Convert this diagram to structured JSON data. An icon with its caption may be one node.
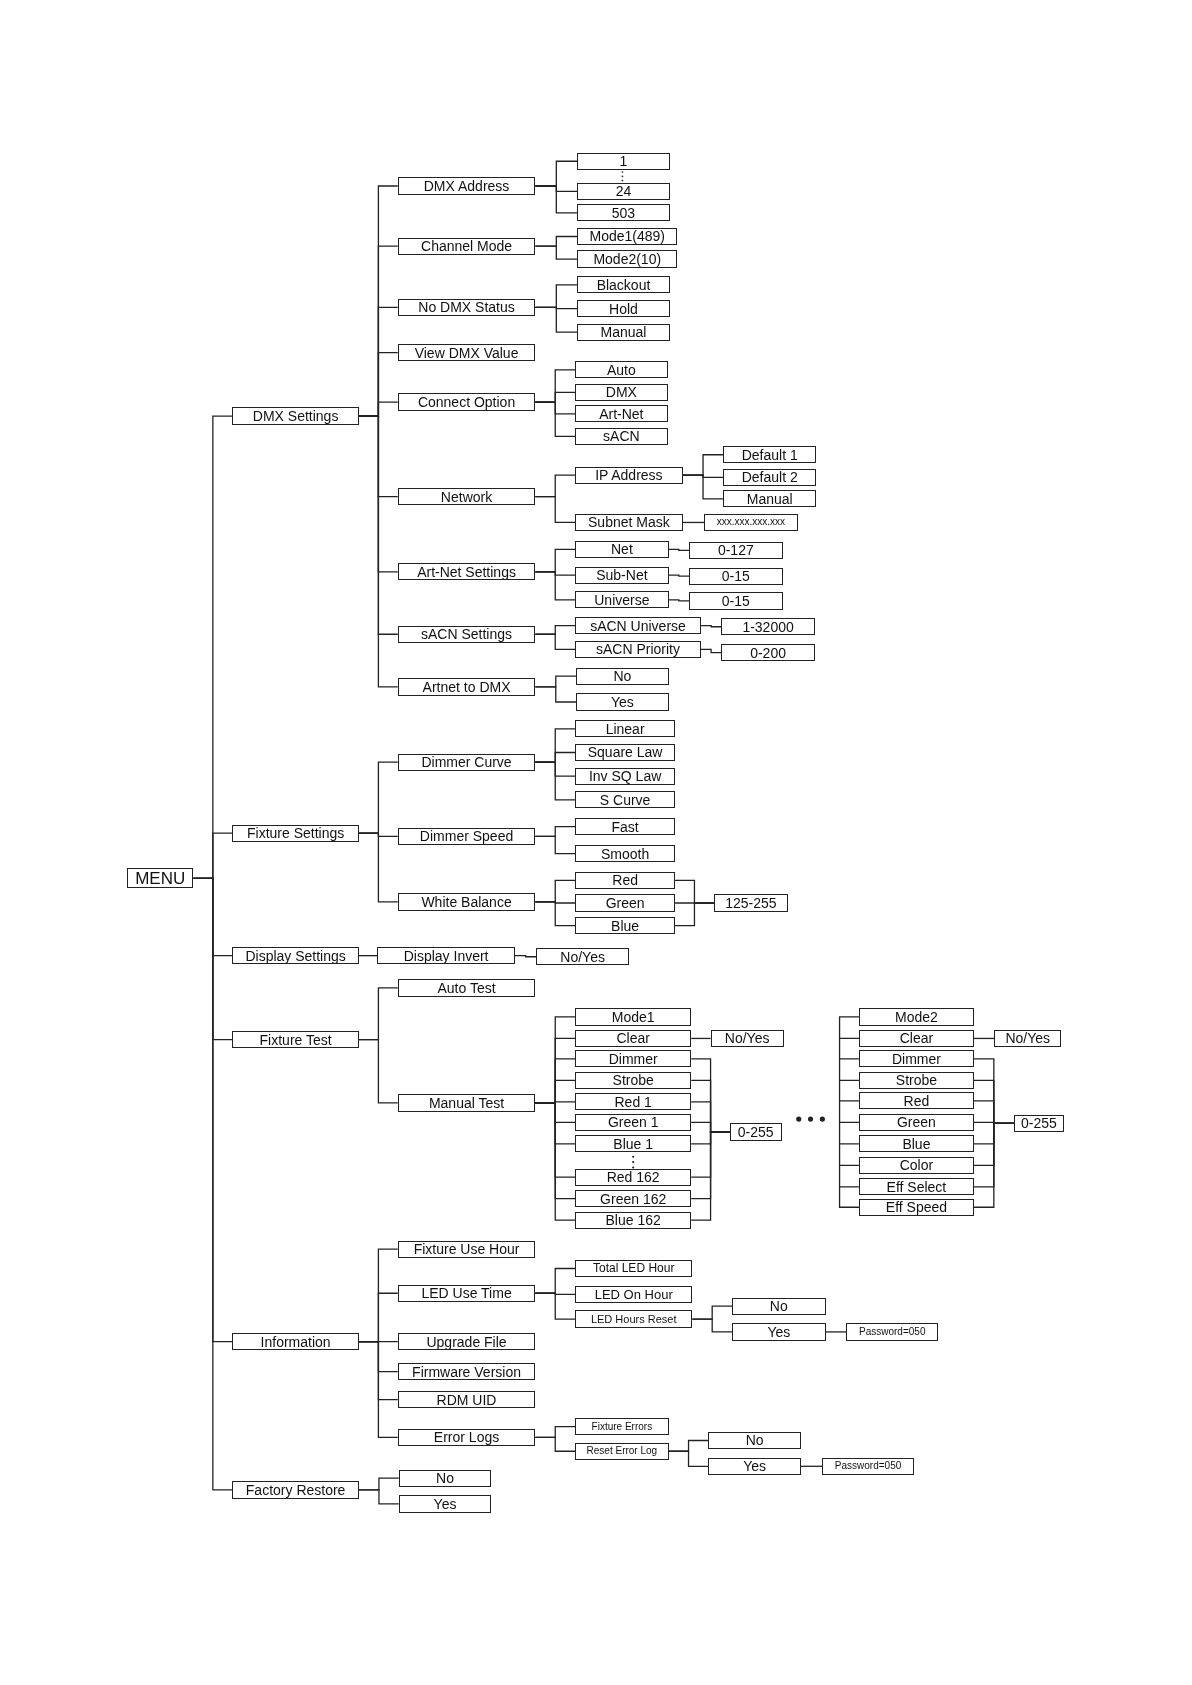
{
  "diagram": {
    "nodes": [
      {
        "text": [
          "MENU"
        ]
      },
      {
        "text": [
          "DMX Settings"
        ]
      },
      {
        "text": [
          "DMX Address"
        ]
      },
      {
        "text": [
          "1"
        ]
      },
      {
        "text": [
          "24"
        ]
      },
      {
        "text": [
          "503"
        ]
      },
      {
        "text": [
          "Channel Mode"
        ]
      },
      {
        "text": [
          "Mode1(489)"
        ]
      },
      {
        "text": [
          "Mode2(10)"
        ]
      },
      {
        "text": [
          "No DMX Status"
        ]
      },
      {
        "text": [
          "Blackout"
        ]
      },
      {
        "text": [
          "Hold"
        ]
      },
      {
        "text": [
          "Manual"
        ]
      },
      {
        "text": [
          "View DMX Value"
        ]
      },
      {
        "text": [
          "Connect Option"
        ]
      },
      {
        "text": [
          "Auto"
        ]
      },
      {
        "text": [
          "DMX"
        ]
      },
      {
        "text": [
          "Art-Net"
        ]
      },
      {
        "text": [
          "sACN"
        ]
      },
      {
        "text": [
          "Network"
        ]
      },
      {
        "text": [
          "IP Address"
        ]
      },
      {
        "text": [
          "Default 1"
        ]
      },
      {
        "text": [
          "Default 2"
        ]
      },
      {
        "text": [
          "Manual"
        ]
      },
      {
        "text": [
          "Subnet Mask"
        ]
      },
      {
        "text": [
          "xxx.xxx.xxx.xxx"
        ]
      },
      {
        "text": [
          "Art-Net Settings"
        ]
      },
      {
        "text": [
          "Net"
        ]
      },
      {
        "text": [
          "0-127"
        ]
      },
      {
        "text": [
          "Sub-Net"
        ]
      },
      {
        "text": [
          "0-15"
        ]
      },
      {
        "text": [
          "Universe"
        ]
      },
      {
        "text": [
          "0-15"
        ]
      },
      {
        "text": [
          "sACN Settings"
        ]
      },
      {
        "text": [
          "sACN Universe"
        ]
      },
      {
        "text": [
          "1-32000"
        ]
      },
      {
        "text": [
          "sACN Priority"
        ]
      },
      {
        "text": [
          "0-200"
        ]
      },
      {
        "text": [
          "Artnet to DMX"
        ]
      },
      {
        "text": [
          "No"
        ]
      },
      {
        "text": [
          "Yes"
        ]
      },
      {
        "text": [
          "Fixture Settings"
        ]
      },
      {
        "text": [
          "Dimmer Curve"
        ]
      },
      {
        "text": [
          "Linear"
        ]
      },
      {
        "text": [
          "Square Law"
        ]
      },
      {
        "text": [
          "Inv SQ Law"
        ]
      },
      {
        "text": [
          "S Curve"
        ]
      },
      {
        "text": [
          "Dimmer Speed"
        ]
      },
      {
        "text": [
          "Fast"
        ]
      },
      {
        "text": [
          "Smooth"
        ]
      },
      {
        "text": [
          "White Balance"
        ]
      },
      {
        "text": [
          "Red"
        ]
      },
      {
        "text": [
          "Green"
        ]
      },
      {
        "text": [
          "Blue"
        ]
      },
      {
        "text": [
          "125-255"
        ]
      },
      {
        "text": [
          "Display Settings"
        ]
      },
      {
        "text": [
          "Display Invert"
        ]
      },
      {
        "text": [
          "No/Yes"
        ]
      },
      {
        "text": [
          "Fixture Test"
        ]
      },
      {
        "text": [
          "Auto Test"
        ]
      },
      {
        "text": [
          "Manual Test"
        ]
      },
      {
        "text": [
          "Mode1"
        ]
      },
      {
        "text": [
          "Clear"
        ]
      },
      {
        "text": [
          "No/Yes"
        ]
      },
      {
        "text": [
          "Dimmer"
        ]
      },
      {
        "text": [
          "Strobe"
        ]
      },
      {
        "text": [
          "Red 1"
        ]
      },
      {
        "text": [
          "Green 1"
        ]
      },
      {
        "text": [
          "Blue 1"
        ]
      },
      {
        "text": [
          "Red 162"
        ]
      },
      {
        "text": [
          "Green 162"
        ]
      },
      {
        "text": [
          "Blue 162"
        ]
      },
      {
        "text": [
          "0-255"
        ]
      },
      {
        "text": [
          "Mode2"
        ]
      },
      {
        "text": [
          "Clear"
        ]
      },
      {
        "text": [
          "No/Yes"
        ]
      },
      {
        "text": [
          "Dimmer"
        ]
      },
      {
        "text": [
          "Strobe"
        ]
      },
      {
        "text": [
          "Red"
        ]
      },
      {
        "text": [
          "Green"
        ]
      },
      {
        "text": [
          "Blue"
        ]
      },
      {
        "text": [
          "Color"
        ]
      },
      {
        "text": [
          "Eff Select"
        ]
      },
      {
        "text": [
          "Eff Speed"
        ]
      },
      {
        "text": [
          "0-255"
        ]
      },
      {
        "text": [
          "Information"
        ]
      },
      {
        "text": [
          "Fixture Use Hour"
        ]
      },
      {
        "text": [
          "LED Use Time"
        ]
      },
      {
        "text": [
          "Total LED Hour"
        ]
      },
      {
        "text": [
          "LED On Hour"
        ]
      },
      {
        "text": [
          "LED Hours Reset"
        ]
      },
      {
        "text": [
          "No"
        ]
      },
      {
        "text": [
          "Yes"
        ]
      },
      {
        "text": [
          "Password=050"
        ]
      },
      {
        "text": [
          "Upgrade File"
        ]
      },
      {
        "text": [
          "Firmware Version"
        ]
      },
      {
        "text": [
          "RDM UID"
        ]
      },
      {
        "text": [
          "Error Logs"
        ]
      },
      {
        "text": [
          "Fixture Errors"
        ]
      },
      {
        "text": [
          "Reset Error Log"
        ]
      },
      {
        "text": [
          "No"
        ]
      },
      {
        "text": [
          "Yes"
        ]
      },
      {
        "text": [
          "Password=050"
        ]
      },
      {
        "text": [
          "Factory Restore"
        ]
      },
      {
        "text": [
          "No"
        ]
      },
      {
        "text": [
          "Yes"
        ]
      }
    ],
    "edges": [
      {
        "from": 0,
        "to": 1,
        "arrow": "none"
      },
      {
        "from": 0,
        "to": 41,
        "arrow": "none"
      },
      {
        "from": 0,
        "to": 55,
        "arrow": "none"
      },
      {
        "from": 0,
        "to": 58,
        "arrow": "none"
      },
      {
        "from": 0,
        "to": 85,
        "arrow": "none"
      },
      {
        "from": 0,
        "to": 103,
        "arrow": "none"
      },
      {
        "from": 1,
        "to": 2,
        "arrow": "none"
      },
      {
        "from": 1,
        "to": 6,
        "arrow": "none"
      },
      {
        "from": 1,
        "to": 9,
        "arrow": "none"
      },
      {
        "from": 1,
        "to": 13,
        "arrow": "none"
      },
      {
        "from": 1,
        "to": 14,
        "arrow": "none"
      },
      {
        "from": 1,
        "to": 19,
        "arrow": "none"
      },
      {
        "from": 1,
        "to": 26,
        "arrow": "none"
      },
      {
        "from": 1,
        "to": 33,
        "arrow": "none"
      },
      {
        "from": 1,
        "to": 38,
        "arrow": "none"
      },
      {
        "from": 2,
        "to": 3,
        "arrow": "none"
      },
      {
        "from": 2,
        "to": 4,
        "arrow": "none"
      },
      {
        "from": 2,
        "to": 5,
        "arrow": "none"
      },
      {
        "from": 6,
        "to": 7,
        "arrow": "none"
      },
      {
        "from": 6,
        "to": 8,
        "arrow": "none"
      },
      {
        "from": 9,
        "to": 10,
        "arrow": "none"
      },
      {
        "from": 9,
        "to": 11,
        "arrow": "none"
      },
      {
        "from": 9,
        "to": 12,
        "arrow": "none"
      },
      {
        "from": 14,
        "to": 15,
        "arrow": "none"
      },
      {
        "from": 14,
        "to": 16,
        "arrow": "none"
      },
      {
        "from": 14,
        "to": 17,
        "arrow": "none"
      },
      {
        "from": 14,
        "to": 18,
        "arrow": "none"
      },
      {
        "from": 19,
        "to": 20,
        "arrow": "none"
      },
      {
        "from": 19,
        "to": 24,
        "arrow": "none"
      },
      {
        "from": 20,
        "to": 21,
        "arrow": "none"
      },
      {
        "from": 20,
        "to": 22,
        "arrow": "none"
      },
      {
        "from": 20,
        "to": 23,
        "arrow": "none"
      },
      {
        "from": 24,
        "to": 25,
        "arrow": "none"
      },
      {
        "from": 26,
        "to": 27,
        "arrow": "none"
      },
      {
        "from": 26,
        "to": 29,
        "arrow": "none"
      },
      {
        "from": 26,
        "to": 31,
        "arrow": "none"
      },
      {
        "from": 27,
        "to": 28,
        "arrow": "none"
      },
      {
        "from": 29,
        "to": 30,
        "arrow": "none"
      },
      {
        "from": 31,
        "to": 32,
        "arrow": "none"
      },
      {
        "from": 33,
        "to": 34,
        "arrow": "none"
      },
      {
        "from": 33,
        "to": 36,
        "arrow": "none"
      },
      {
        "from": 34,
        "to": 35,
        "arrow": "none"
      },
      {
        "from": 36,
        "to": 37,
        "arrow": "none"
      },
      {
        "from": 38,
        "to": 39,
        "arrow": "none"
      },
      {
        "from": 38,
        "to": 40,
        "arrow": "none"
      },
      {
        "from": 41,
        "to": 42,
        "arrow": "none"
      },
      {
        "from": 41,
        "to": 47,
        "arrow": "none"
      },
      {
        "from": 41,
        "to": 50,
        "arrow": "none"
      },
      {
        "from": 42,
        "to": 43,
        "arrow": "none"
      },
      {
        "from": 42,
        "to": 44,
        "arrow": "none"
      },
      {
        "from": 42,
        "to": 45,
        "arrow": "none"
      },
      {
        "from": 42,
        "to": 46,
        "arrow": "none"
      },
      {
        "from": 47,
        "to": 48,
        "arrow": "none"
      },
      {
        "from": 47,
        "to": 49,
        "arrow": "none"
      },
      {
        "from": 50,
        "to": 51,
        "arrow": "none"
      },
      {
        "from": 50,
        "to": 52,
        "arrow": "none"
      },
      {
        "from": 50,
        "to": 53,
        "arrow": "none"
      },
      {
        "from": 51,
        "to": 54,
        "arrow": "none"
      },
      {
        "from": 52,
        "to": 54,
        "arrow": "none"
      },
      {
        "from": 53,
        "to": 54,
        "arrow": "none"
      },
      {
        "from": 55,
        "to": 56,
        "arrow": "none"
      },
      {
        "from": 56,
        "to": 57,
        "arrow": "none"
      },
      {
        "from": 58,
        "to": 59,
        "arrow": "none"
      },
      {
        "from": 58,
        "to": 60,
        "arrow": "none"
      },
      {
        "from": 60,
        "to": 61,
        "arrow": "none"
      },
      {
        "from": 60,
        "to": 62,
        "arrow": "none"
      },
      {
        "from": 60,
        "to": 64,
        "arrow": "none"
      },
      {
        "from": 60,
        "to": 65,
        "arrow": "none"
      },
      {
        "from": 60,
        "to": 66,
        "arrow": "none"
      },
      {
        "from": 60,
        "to": 67,
        "arrow": "none"
      },
      {
        "from": 60,
        "to": 68,
        "arrow": "none"
      },
      {
        "from": 60,
        "to": 69,
        "arrow": "none"
      },
      {
        "from": 60,
        "to": 70,
        "arrow": "none"
      },
      {
        "from": 60,
        "to": 71,
        "arrow": "none"
      },
      {
        "from": 62,
        "to": 63,
        "arrow": "none"
      },
      {
        "from": 64,
        "to": 72,
        "arrow": "none"
      },
      {
        "from": 65,
        "to": 72,
        "arrow": "none"
      },
      {
        "from": 66,
        "to": 72,
        "arrow": "none"
      },
      {
        "from": 67,
        "to": 72,
        "arrow": "none"
      },
      {
        "from": 68,
        "to": 72,
        "arrow": "none"
      },
      {
        "from": 69,
        "to": 72,
        "arrow": "none"
      },
      {
        "from": 70,
        "to": 72,
        "arrow": "none"
      },
      {
        "from": 71,
        "to": 72,
        "arrow": "none"
      },
      {
        "from": 74,
        "to": 75,
        "arrow": "none"
      },
      {
        "from": 76,
        "to": 84,
        "arrow": "none"
      },
      {
        "from": 77,
        "to": 84,
        "arrow": "none"
      },
      {
        "from": 78,
        "to": 84,
        "arrow": "none"
      },
      {
        "from": 79,
        "to": 84,
        "arrow": "none"
      },
      {
        "from": 80,
        "to": 84,
        "arrow": "none"
      },
      {
        "from": 81,
        "to": 84,
        "arrow": "none"
      },
      {
        "from": 82,
        "to": 84,
        "arrow": "none"
      },
      {
        "from": 83,
        "to": 84,
        "arrow": "none"
      },
      {
        "from": 85,
        "to": 86,
        "arrow": "none"
      },
      {
        "from": 85,
        "to": 87,
        "arrow": "none"
      },
      {
        "from": 85,
        "to": 94,
        "arrow": "none"
      },
      {
        "from": 85,
        "to": 95,
        "arrow": "none"
      },
      {
        "from": 85,
        "to": 96,
        "arrow": "none"
      },
      {
        "from": 85,
        "to": 97,
        "arrow": "none"
      },
      {
        "from": 87,
        "to": 88,
        "arrow": "none"
      },
      {
        "from": 87,
        "to": 89,
        "arrow": "none"
      },
      {
        "from": 87,
        "to": 90,
        "arrow": "none"
      },
      {
        "from": 90,
        "to": 91,
        "arrow": "none"
      },
      {
        "from": 90,
        "to": 92,
        "arrow": "none"
      },
      {
        "from": 92,
        "to": 93,
        "arrow": "none"
      },
      {
        "from": 97,
        "to": 98,
        "arrow": "none"
      },
      {
        "from": 97,
        "to": 99,
        "arrow": "none"
      },
      {
        "from": 99,
        "to": 100,
        "arrow": "none"
      },
      {
        "from": 99,
        "to": 101,
        "arrow": "none"
      },
      {
        "from": 101,
        "to": 102,
        "arrow": "none"
      },
      {
        "from": 103,
        "to": 104,
        "arrow": "none"
      },
      {
        "from": 103,
        "to": 105,
        "arrow": "none"
      }
    ]
  }
}
